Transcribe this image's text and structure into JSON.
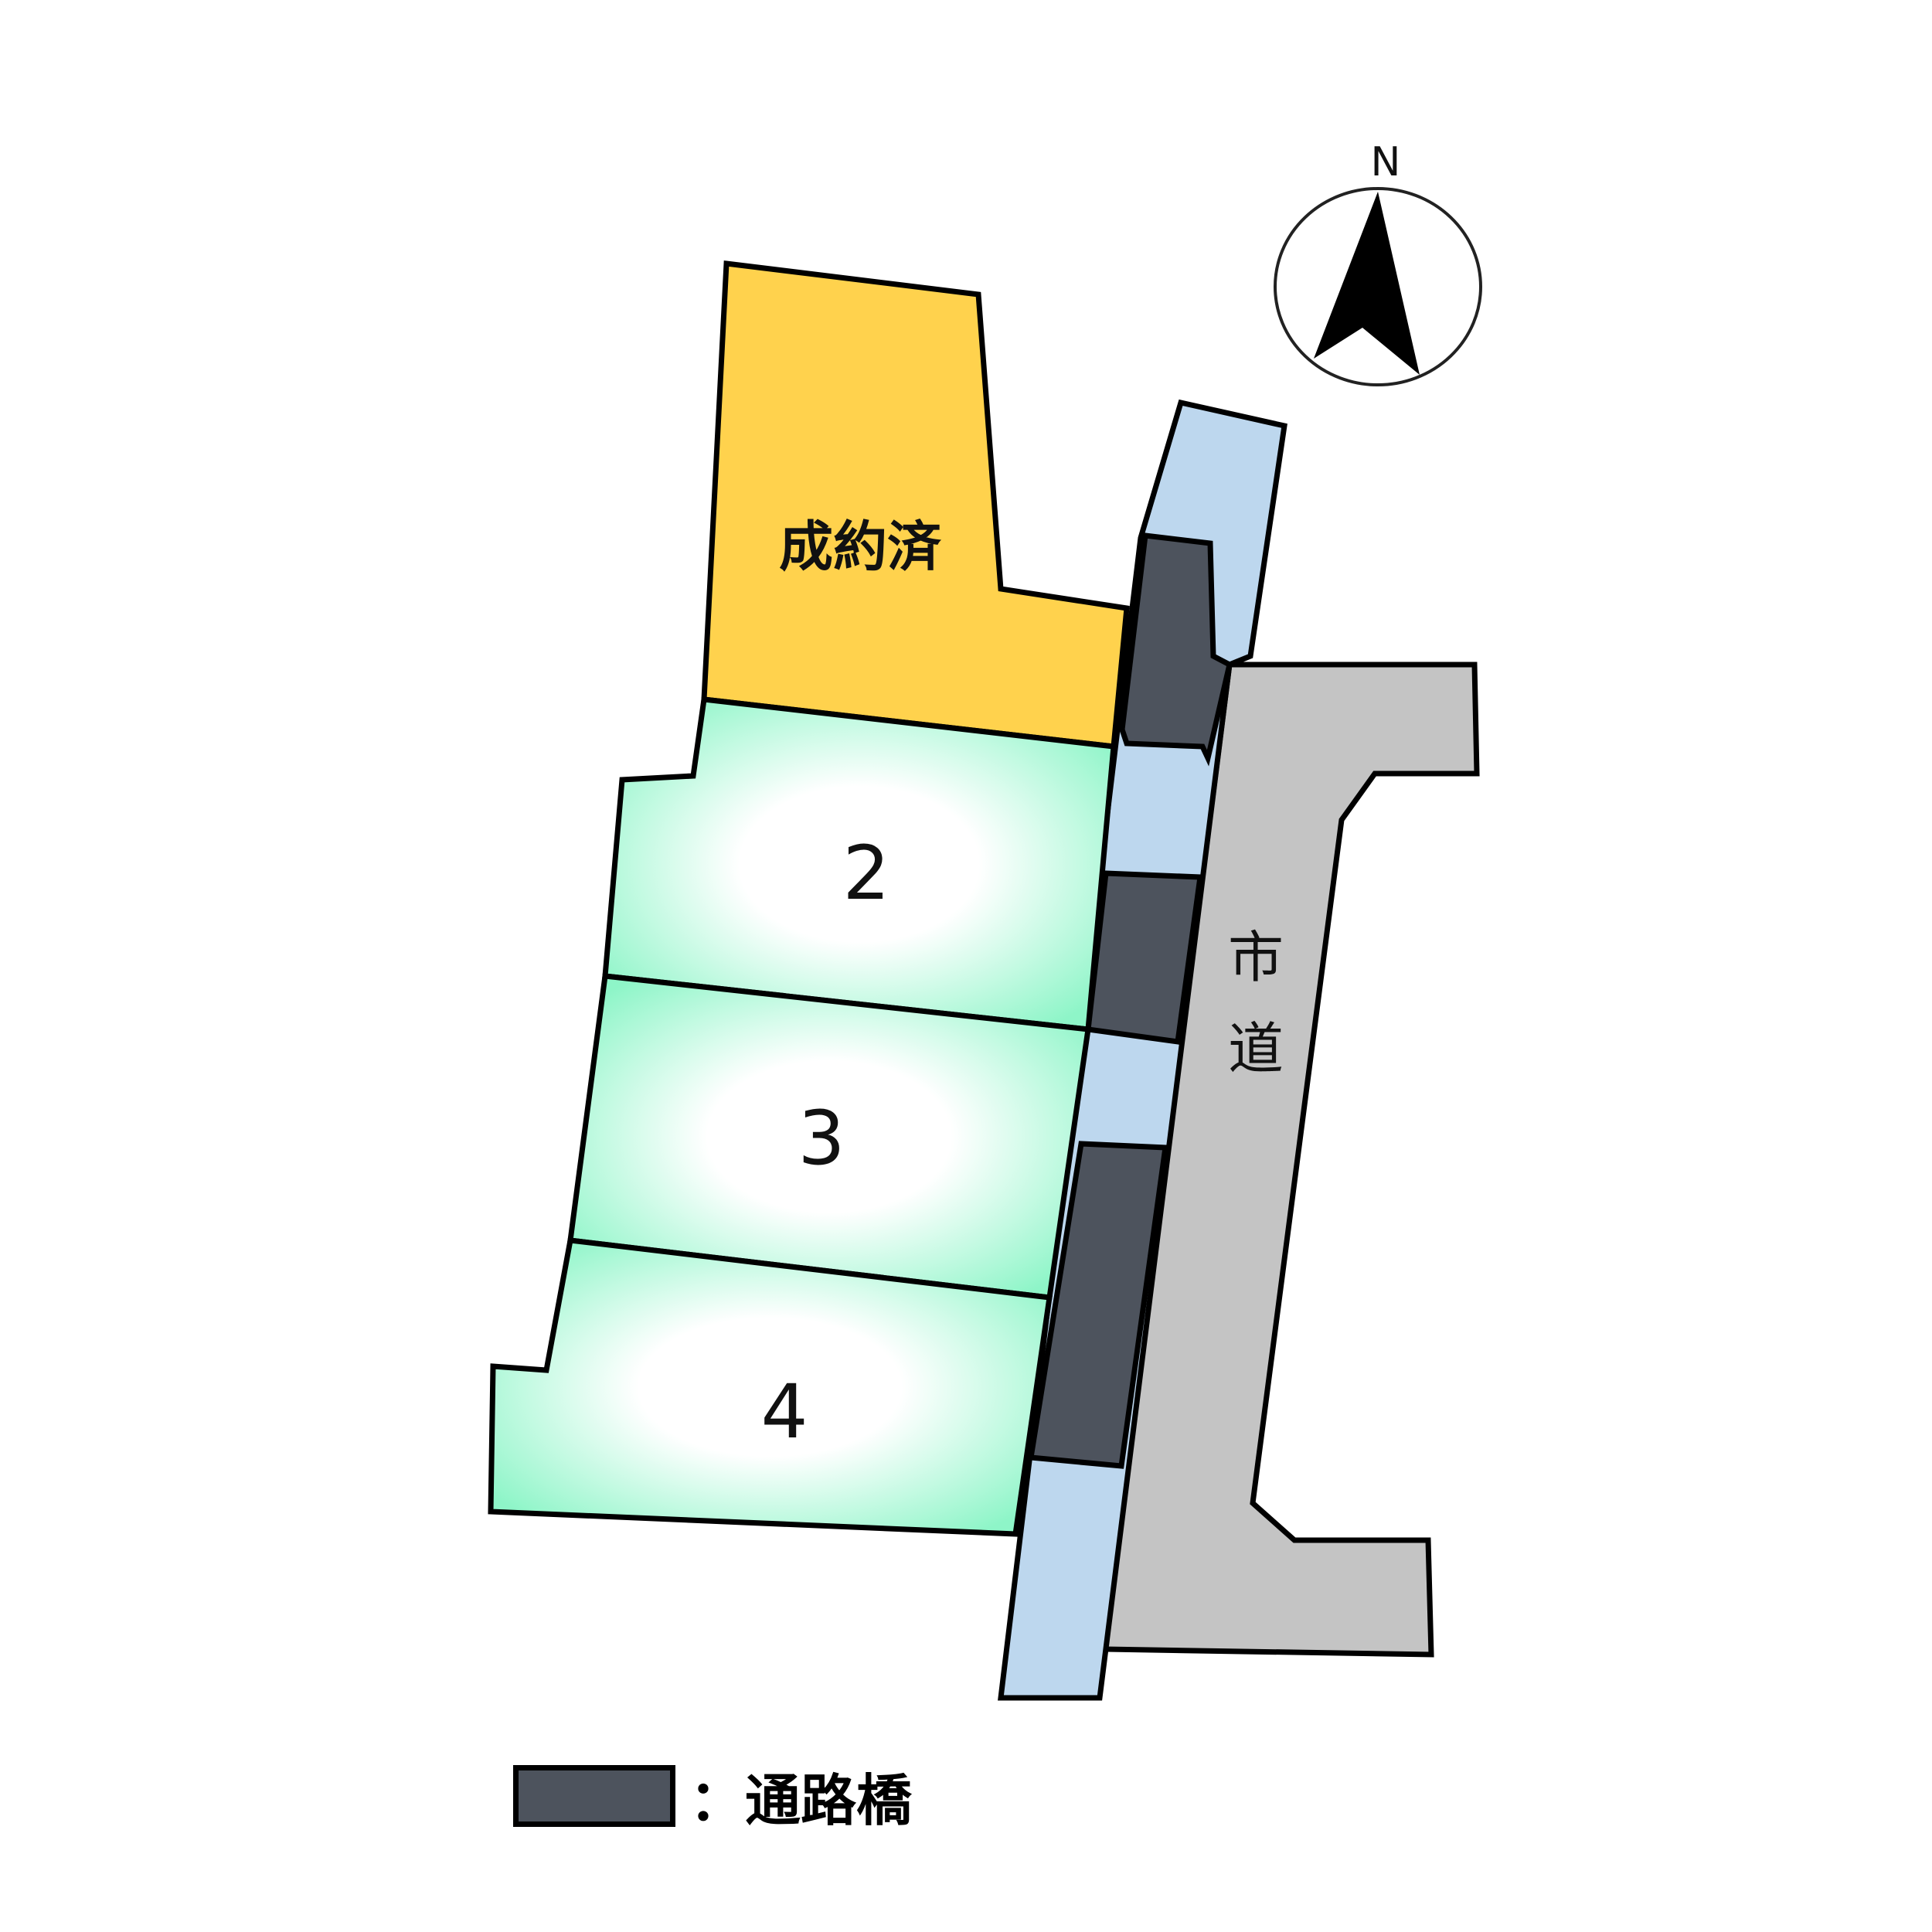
{
  "compass": {
    "label": "N"
  },
  "lots": [
    {
      "id": "sold",
      "label": "成約済",
      "status": "sold",
      "color": "#ffd24d"
    },
    {
      "id": "2",
      "label": "2",
      "status": "available",
      "color": "#8ef5c8"
    },
    {
      "id": "3",
      "label": "3",
      "status": "available",
      "color": "#8ef5c8"
    },
    {
      "id": "4",
      "label": "4",
      "status": "available",
      "color": "#8ef5c8"
    }
  ],
  "road": {
    "label": "市道",
    "chars": [
      "市",
      "道"
    ],
    "color": "#c4c4c4"
  },
  "waterway": {
    "color": "#bdd7ee"
  },
  "bridges": {
    "color": "#4d535d"
  },
  "legend": {
    "separator": "：",
    "label": "通路橋",
    "full": "：通路橋"
  }
}
